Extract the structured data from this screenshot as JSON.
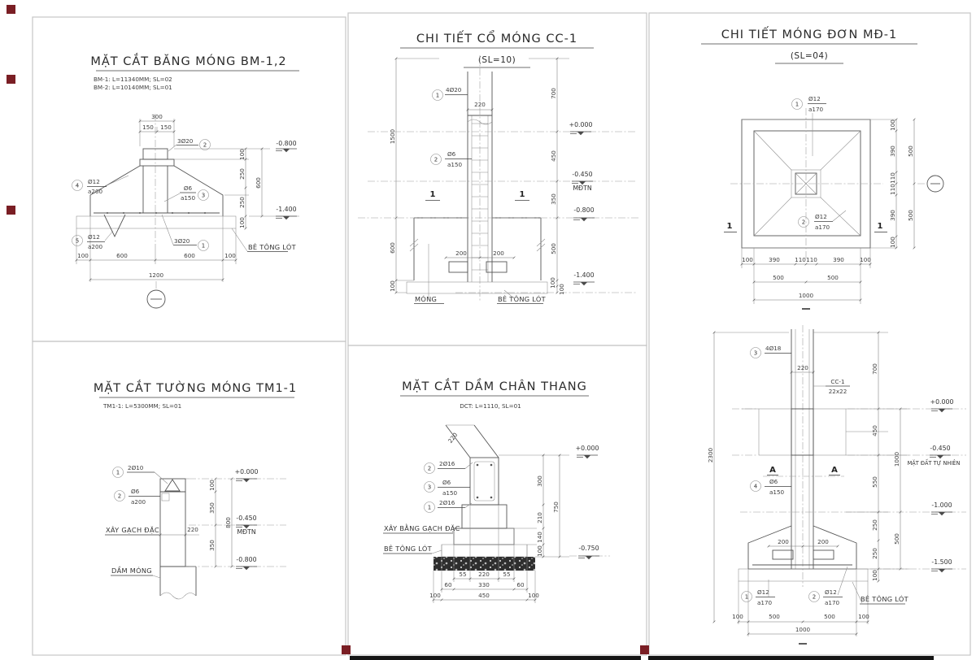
{
  "page": {
    "bg": "#ffffff",
    "frame_color": "#c6c6c6",
    "line_color": "#555555",
    "text_color": "#3f3f3f",
    "marker_red": "#7a1e24",
    "bar_black": "#151515"
  },
  "panels": {
    "bm": {
      "title": "MẶT CẮT BĂNG MÓNG BM-1,2",
      "spec1": "BM-1: L=11340MM; SL=02",
      "spec2": "BM-2: L=10140MM; SL=01",
      "c1": {
        "n": "1",
        "bar": "3Ø20"
      },
      "c2": {
        "n": "2",
        "bar": "3Ø20"
      },
      "c3": {
        "n": "3",
        "bar": "Ø6",
        "sp": "a150"
      },
      "c4": {
        "n": "4",
        "bar": "Ø12",
        "sp": "a200"
      },
      "c5": {
        "n": "5",
        "bar": "Ø12",
        "sp": "a200"
      },
      "lot": "BÊ TÔNG LÓT",
      "lv_top": "-0.800",
      "lv_bot": "-1.400",
      "d300": "300",
      "d150a": "150",
      "d150b": "150",
      "r100": "100",
      "r250a": "250",
      "r250b": "250",
      "r600": "600",
      "r100b": "100",
      "b100a": "100",
      "b600a": "600",
      "b600b": "600",
      "b100b": "100",
      "b1200": "1200"
    },
    "cc": {
      "title": "CHI TIẾT CỔ MÓNG CC-1",
      "subtitle": "(SL=10)",
      "c1": {
        "n": "1",
        "bar": "4Ø20"
      },
      "c2": {
        "n": "2",
        "bar": "Ø6",
        "sp": "a150"
      },
      "d220": "220",
      "d200a": "200",
      "d200b": "200",
      "l1500": "1500",
      "l600": "600",
      "l100": "100",
      "r700": "700",
      "r450": "450",
      "r350": "350",
      "r500": "500",
      "r100a": "100",
      "r100b": "100",
      "lv0": "+0.000",
      "lv045": "-0.450",
      "mdtn": "MĐTN",
      "lv08": "-0.800",
      "lv14": "-1.400",
      "sec": "1",
      "mong": "MÓNG",
      "lot": "BÊ TÔNG LÓT"
    },
    "mdp": {
      "title": "CHI TIẾT MÓNG ĐƠN MĐ-1",
      "subtitle": "(SL=04)",
      "c1": {
        "n": "1",
        "bar": "Ø12",
        "sp": "a170"
      },
      "c2": {
        "n": "2",
        "bar": "Ø12",
        "sp": "a170"
      },
      "sec": "1",
      "b100a": "100",
      "b390a": "390",
      "b110a": "110",
      "b110b": "110",
      "b390b": "390",
      "b100b": "100",
      "b500a": "500",
      "b500b": "500",
      "b1000": "1000",
      "r100a": "100",
      "r390a": "390",
      "r110a": "110",
      "r110b": "110",
      "r390b": "390",
      "r100b": "100",
      "r500a": "500",
      "r500b": "500"
    },
    "tm": {
      "title": "MẶT CẮT TƯỜNG MÓNG TM1-1",
      "spec": "TM1-1: L=5300MM; SL=01",
      "c1": {
        "n": "1",
        "bar": "2Ø10"
      },
      "c2": {
        "n": "2",
        "bar": "Ø6",
        "sp": "a200"
      },
      "brick": "XÂY GẠCH ĐẶC",
      "d220": "220",
      "dam": "DẦM MÓNG",
      "r100": "100",
      "r350a": "350",
      "r350b": "350",
      "r800": "800",
      "lv0": "+0.000",
      "lv045": "-0.450",
      "mdtn": "MĐTN",
      "lv08": "-0.800"
    },
    "dct": {
      "title": "MẶT CẮT DẦM CHÂN THANG",
      "spec": "DCT: L=1110, SL=01",
      "d220": "220",
      "c2": {
        "n": "2",
        "bar": "2Ø16"
      },
      "c3": {
        "n": "3",
        "bar": "Ø6",
        "sp": "a150"
      },
      "c1": {
        "n": "1",
        "bar": "2Ø16"
      },
      "brick": "XÂY BẰNG GẠCH ĐẶC",
      "lot": "BÊ TÔNG LÓT",
      "lv0": "+0.000",
      "lv075": "-0.750",
      "r300": "300",
      "r210": "210",
      "r140": "140",
      "r100": "100",
      "r750": "750",
      "b55a": "55",
      "b220": "220",
      "b55b": "55",
      "b60a": "60",
      "b330": "330",
      "b60b": "60",
      "b100a": "100",
      "b450": "450",
      "b100b": "100"
    },
    "mds": {
      "c3": {
        "n": "3",
        "bar": "4Ø18"
      },
      "c4": {
        "n": "4",
        "bar": "Ø6",
        "sp": "a150"
      },
      "c1": {
        "n": "1",
        "bar": "Ø12",
        "sp": "a170"
      },
      "c2": {
        "n": "2",
        "bar": "Ø12",
        "sp": "a170"
      },
      "cc_ref": "CC-1",
      "cc_size": "22x22",
      "secA1": "A",
      "secA2": "A",
      "d220": "220",
      "d200a": "200",
      "d200b": "200",
      "lv0": "+0.000",
      "lv045": "-0.450",
      "ground": "MẶT ĐẤT TỰ NHIÊN",
      "lv10": "-1.000",
      "lv15": "-1.500",
      "l2300": "2300",
      "r700": "700",
      "r450": "450",
      "r550": "550",
      "r250a": "250",
      "r250b": "250",
      "r100": "100",
      "o1000": "1000",
      "o500": "500",
      "lot": "BÊ TÔNG LÓT",
      "b100a": "100",
      "b500a": "500",
      "b500b": "500",
      "b100b": "100",
      "b1000": "1000"
    }
  }
}
